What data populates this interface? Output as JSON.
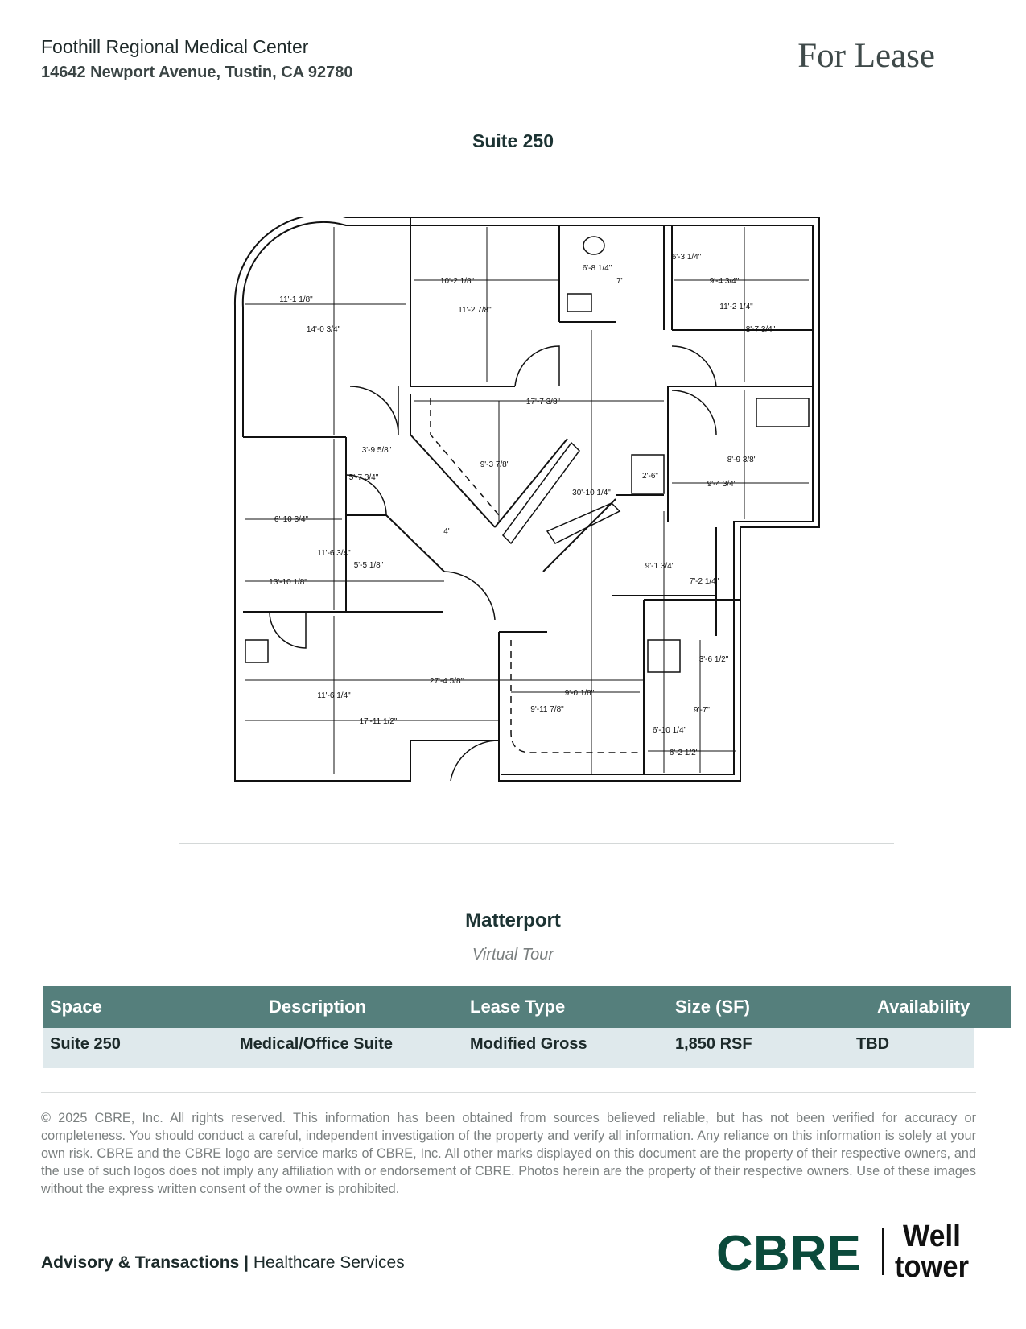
{
  "header": {
    "property_name": "Foothill Regional Medical Center",
    "address": "14642 Newport Avenue, Tustin, CA 92780",
    "badge": "For Lease"
  },
  "suite_title": "Suite 250",
  "floor_plan": {
    "dimensions": [
      "11'-1 1/8\"",
      "14'-0 3/4\"",
      "10'-2 1/8\"",
      "11'-2 7/8\"",
      "6'-8 1/4\"",
      "7'",
      "6'-3 1/4\"",
      "9'-4 3/4\"",
      "11'-2 1/4\"",
      "8'-7 3/4\"",
      "17'-7 3/8\"",
      "9'-3 7/8\"",
      "3'-9 5/8\"",
      "5'-7 3/4\"",
      "6'-10 3/4\"",
      "11'-6 3/4\"",
      "5'-5 1/8\"",
      "13'-10 1/8\"",
      "4'",
      "2'-6\"",
      "30'-10 1/4\"",
      "8'-9 3/8\"",
      "9'-4 3/4\"",
      "9'-1 3/4\"",
      "7'-2 1/4\"",
      "27'-4 5/8\"",
      "11'-6 1/4\"",
      "17'-11 1/2\"",
      "9'-0 1/8\"",
      "9'-11 7/8\"",
      "3'-6 1/2\"",
      "9'-7\"",
      "6'-10 1/4\"",
      "6'-2 1/2\""
    ]
  },
  "matterport": {
    "title": "Matterport",
    "subtitle": "Virtual Tour"
  },
  "table": {
    "headers": [
      "Space",
      "Description",
      "Lease Type",
      "Size (SF)",
      "Availability"
    ],
    "rows": [
      [
        "Suite 250",
        "Medical/Office Suite",
        "Modified Gross",
        "1,850 RSF",
        "TBD"
      ]
    ]
  },
  "disclaimer": "© 2025 CBRE, Inc. All rights reserved. This information has been obtained from sources believed reliable, but has not been verified for accuracy or completeness. You should conduct a careful, independent investigation of the property and verify all information. Any reliance on this information is solely at your own risk. CBRE and the CBRE logo are service marks of CBRE, Inc. All other marks displayed on this document are the property of their respective owners, and the use of such logos does not imply any affiliation with or endorsement of CBRE. Photos herein are the property of their respective owners. Use of these images without the express written consent of the owner is prohibited.",
  "footer": {
    "division": "Advisory & Transactions",
    "separator": "|",
    "practice": "Healthcare Services"
  },
  "logos": {
    "cbre": "CBRE",
    "welltower_line1": "Well",
    "welltower_line2": "tower",
    "cbre_color": "#0b4a3b"
  }
}
